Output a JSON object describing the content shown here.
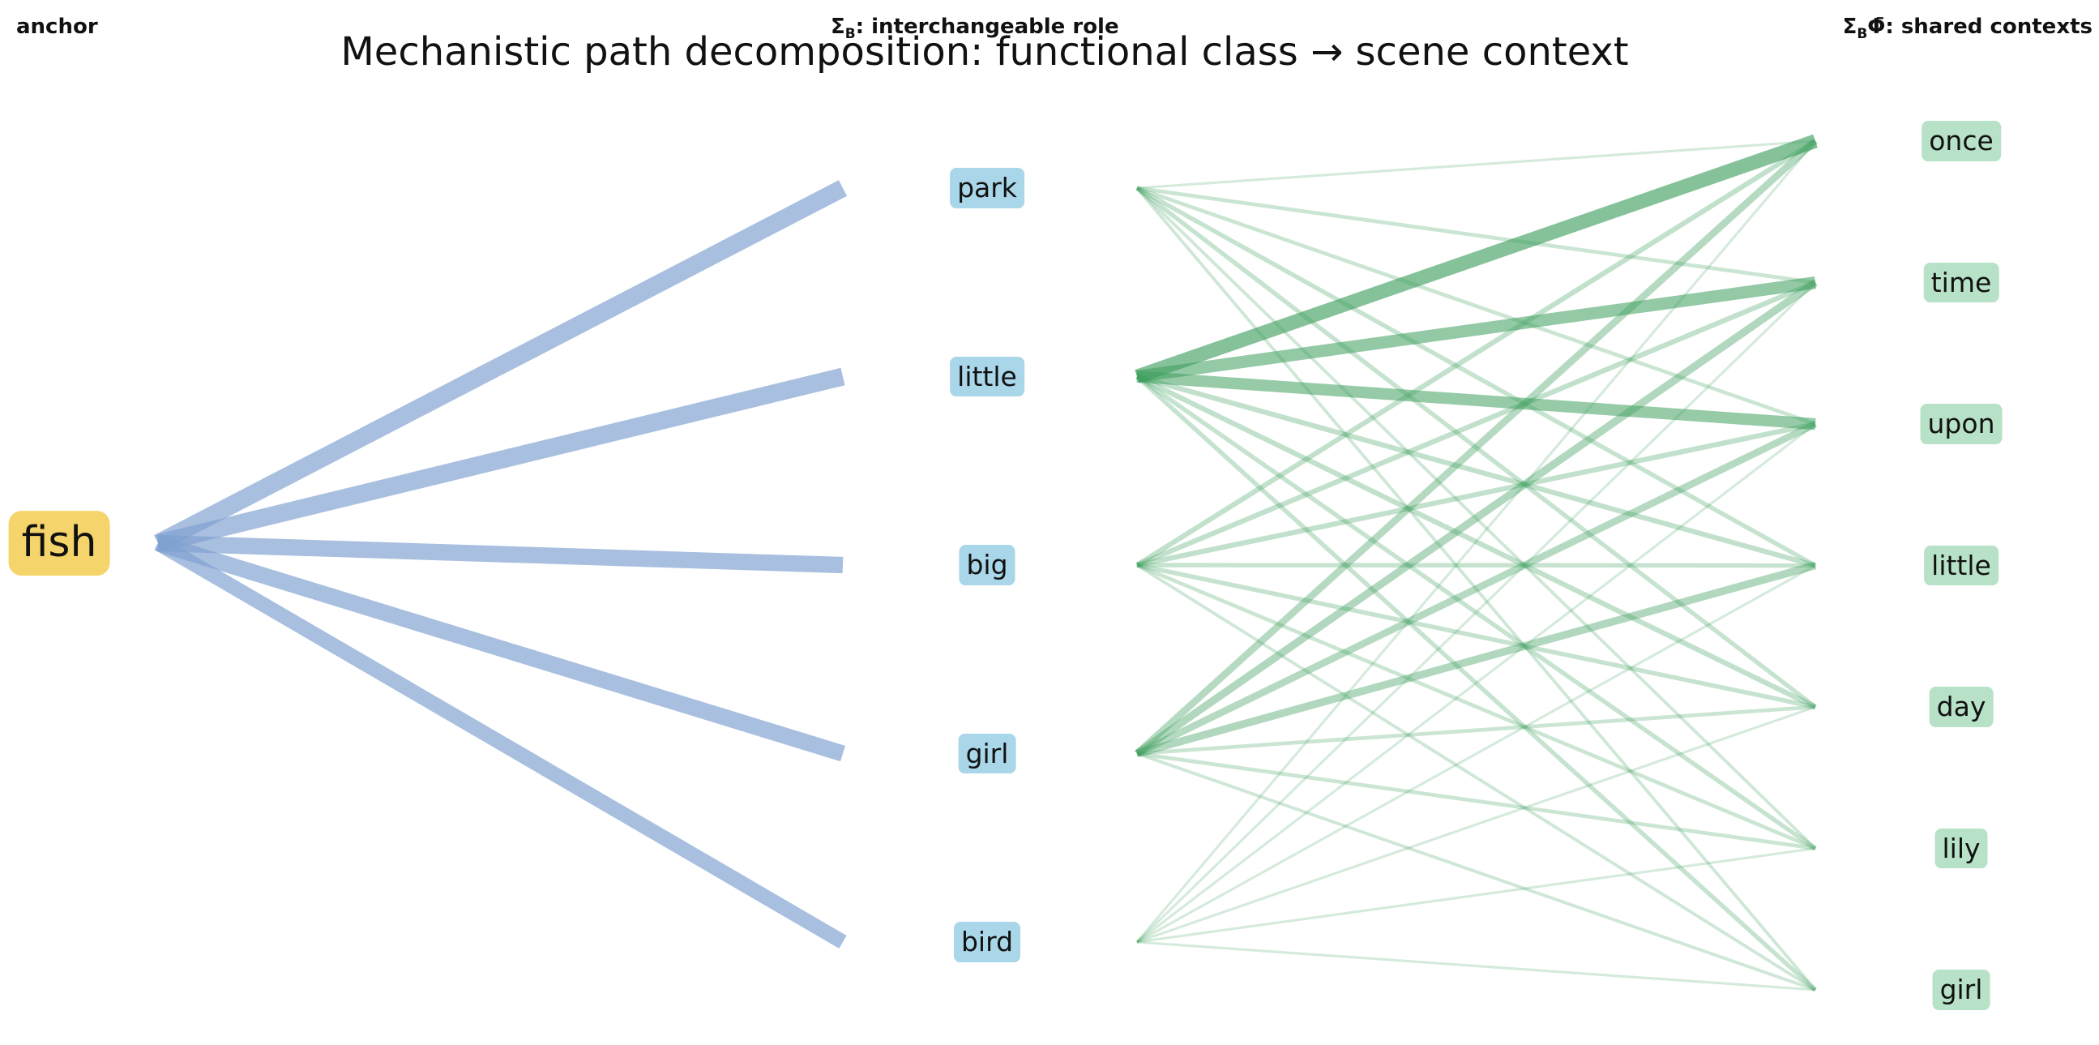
{
  "title": "Mechanistic path decomposition: functional class → scene context",
  "headers": {
    "anchor": "anchor",
    "middle_prefix": "Σ",
    "middle_sub": "B",
    "middle_rest": ": interchangeable role",
    "right_prefix": "Σ",
    "right_sub": "B",
    "right_rest": "Φ̄: shared contexts"
  },
  "anchor": {
    "label": "fish"
  },
  "middle_nodes": [
    {
      "label": "park"
    },
    {
      "label": "little"
    },
    {
      "label": "big"
    },
    {
      "label": "girl"
    },
    {
      "label": "bird"
    }
  ],
  "context_nodes": [
    {
      "label": "once"
    },
    {
      "label": "time"
    },
    {
      "label": "upon"
    },
    {
      "label": "little"
    },
    {
      "label": "day"
    },
    {
      "label": "lily"
    },
    {
      "label": "girl"
    }
  ],
  "colors": {
    "anchor_fill": "#f5d56b",
    "middle_fill": "#a9d6e8",
    "context_fill": "#b7e2c7",
    "anchor_edge": "#7fa1d0",
    "context_edge": "#3e9f5e"
  },
  "anchor_edges": [
    {
      "to": 0,
      "weight": 1.0
    },
    {
      "to": 1,
      "weight": 1.0
    },
    {
      "to": 2,
      "weight": 0.85
    },
    {
      "to": 3,
      "weight": 0.85
    },
    {
      "to": 4,
      "weight": 0.7
    }
  ],
  "context_edges": [
    [
      0.1,
      0.2,
      0.2,
      0.25,
      0.25,
      0.15,
      0.15
    ],
    [
      1.0,
      0.85,
      0.8,
      0.3,
      0.3,
      0.25,
      0.25
    ],
    [
      0.3,
      0.3,
      0.3,
      0.25,
      0.25,
      0.2,
      0.15
    ],
    [
      0.45,
      0.5,
      0.45,
      0.5,
      0.2,
      0.2,
      0.15
    ],
    [
      0.1,
      0.1,
      0.1,
      0.1,
      0.1,
      0.1,
      0.1
    ]
  ]
}
